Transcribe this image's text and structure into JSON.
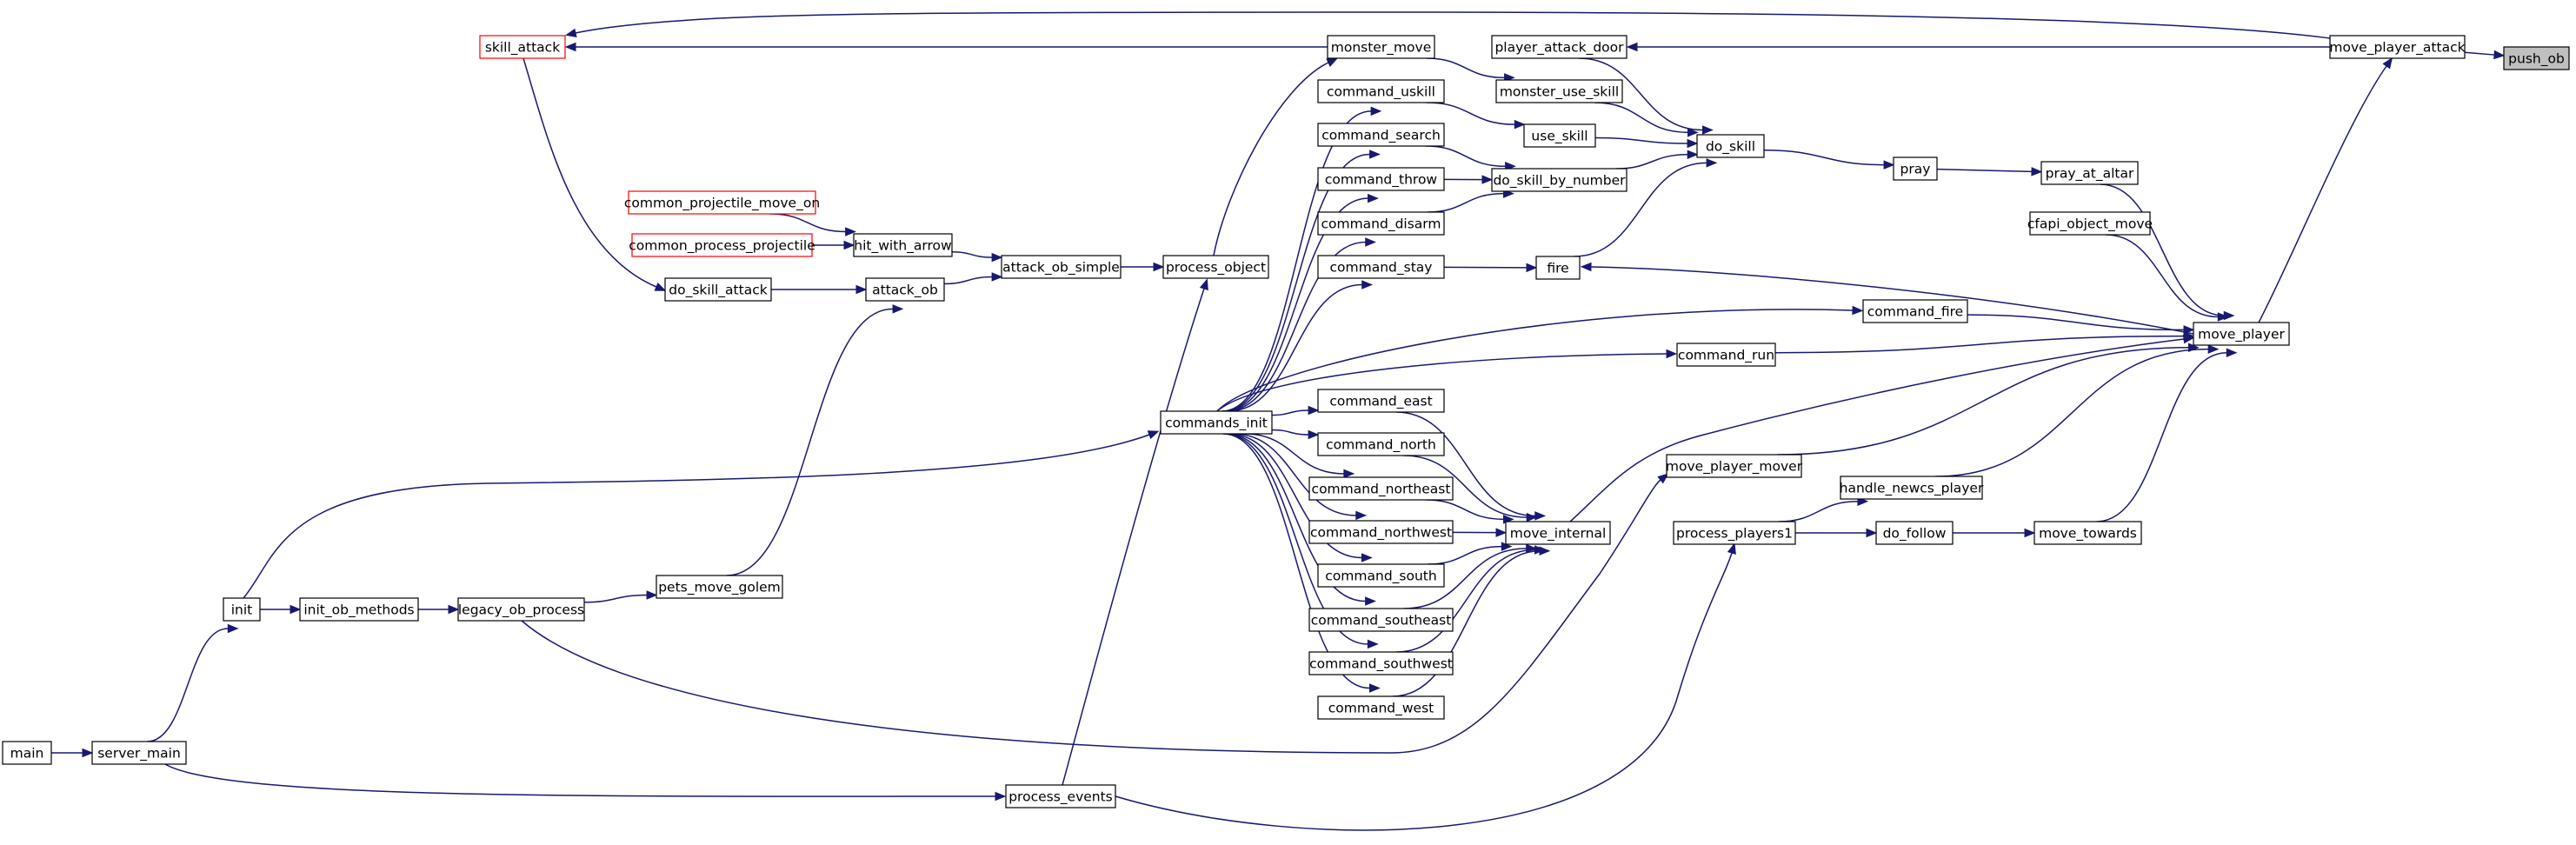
{
  "diagram": {
    "edge_color": "#191970",
    "nodes": [
      {
        "id": "push_ob",
        "label": "push_ob",
        "style": "root"
      },
      {
        "id": "move_player_attack",
        "label": "move_player_attack"
      },
      {
        "id": "skill_attack",
        "label": "skill_attack",
        "style": "red"
      },
      {
        "id": "monster_move",
        "label": "monster_move"
      },
      {
        "id": "player_attack_door",
        "label": "player_attack_door"
      },
      {
        "id": "command_uskill",
        "label": "command_uskill"
      },
      {
        "id": "monster_use_skill",
        "label": "monster_use_skill"
      },
      {
        "id": "command_search",
        "label": "command_search"
      },
      {
        "id": "use_skill",
        "label": "use_skill"
      },
      {
        "id": "do_skill",
        "label": "do_skill"
      },
      {
        "id": "command_throw",
        "label": "command_throw"
      },
      {
        "id": "do_skill_by_number",
        "label": "do_skill_by_number"
      },
      {
        "id": "pray",
        "label": "pray"
      },
      {
        "id": "pray_at_altar",
        "label": "pray_at_altar"
      },
      {
        "id": "common_projectile_move_on",
        "label": "common_projectile_move_on",
        "style": "red"
      },
      {
        "id": "command_disarm",
        "label": "command_disarm"
      },
      {
        "id": "cfapi_object_move",
        "label": "cfapi_object_move"
      },
      {
        "id": "common_process_projectile",
        "label": "common_process_projectile",
        "style": "red"
      },
      {
        "id": "hit_with_arrow",
        "label": "hit_with_arrow"
      },
      {
        "id": "attack_ob_simple",
        "label": "attack_ob_simple"
      },
      {
        "id": "process_object",
        "label": "process_object"
      },
      {
        "id": "command_stay",
        "label": "command_stay"
      },
      {
        "id": "fire",
        "label": "fire"
      },
      {
        "id": "do_skill_attack",
        "label": "do_skill_attack"
      },
      {
        "id": "attack_ob",
        "label": "attack_ob"
      },
      {
        "id": "command_fire",
        "label": "command_fire"
      },
      {
        "id": "move_player",
        "label": "move_player"
      },
      {
        "id": "command_run",
        "label": "command_run"
      },
      {
        "id": "command_east",
        "label": "command_east"
      },
      {
        "id": "commands_init",
        "label": "commands_init"
      },
      {
        "id": "command_north",
        "label": "command_north"
      },
      {
        "id": "move_player_mover",
        "label": "move_player_mover"
      },
      {
        "id": "command_northeast",
        "label": "command_northeast"
      },
      {
        "id": "handle_newcs_player",
        "label": "handle_newcs_player"
      },
      {
        "id": "command_northwest",
        "label": "command_northwest"
      },
      {
        "id": "move_internal",
        "label": "move_internal"
      },
      {
        "id": "process_players1",
        "label": "process_players1"
      },
      {
        "id": "do_follow",
        "label": "do_follow"
      },
      {
        "id": "move_towards",
        "label": "move_towards"
      },
      {
        "id": "command_south",
        "label": "command_south"
      },
      {
        "id": "pets_move_golem",
        "label": "pets_move_golem"
      },
      {
        "id": "init",
        "label": "init"
      },
      {
        "id": "init_ob_methods",
        "label": "init_ob_methods"
      },
      {
        "id": "legacy_ob_process",
        "label": "legacy_ob_process"
      },
      {
        "id": "command_southeast",
        "label": "command_southeast"
      },
      {
        "id": "command_southwest",
        "label": "command_southwest"
      },
      {
        "id": "command_west",
        "label": "command_west"
      },
      {
        "id": "main",
        "label": "main"
      },
      {
        "id": "server_main",
        "label": "server_main"
      },
      {
        "id": "process_events",
        "label": "process_events"
      }
    ],
    "edges": [
      [
        "move_player_attack",
        "push_ob"
      ],
      [
        "move_player_attack",
        "skill_attack"
      ],
      [
        "move_player_attack",
        "player_attack_door"
      ],
      [
        "monster_move",
        "skill_attack"
      ],
      [
        "monster_move",
        "monster_use_skill"
      ],
      [
        "player_attack_door",
        "do_skill"
      ],
      [
        "monster_use_skill",
        "do_skill"
      ],
      [
        "command_uskill",
        "use_skill"
      ],
      [
        "use_skill",
        "do_skill"
      ],
      [
        "command_search",
        "do_skill_by_number"
      ],
      [
        "command_throw",
        "do_skill_by_number"
      ],
      [
        "command_disarm",
        "do_skill_by_number"
      ],
      [
        "do_skill_by_number",
        "do_skill"
      ],
      [
        "fire",
        "do_skill"
      ],
      [
        "do_skill",
        "pray"
      ],
      [
        "pray",
        "pray_at_altar"
      ],
      [
        "pray_at_altar",
        "move_player"
      ],
      [
        "cfapi_object_move",
        "move_player"
      ],
      [
        "move_player",
        "move_player_attack"
      ],
      [
        "move_player",
        "fire"
      ],
      [
        "command_stay",
        "fire"
      ],
      [
        "command_fire",
        "move_player"
      ],
      [
        "command_run",
        "move_player"
      ],
      [
        "move_internal",
        "move_player"
      ],
      [
        "move_player_mover",
        "move_player"
      ],
      [
        "handle_newcs_player",
        "move_player"
      ],
      [
        "move_towards",
        "move_player"
      ],
      [
        "do_follow",
        "move_towards"
      ],
      [
        "process_players1",
        "do_follow"
      ],
      [
        "process_players1",
        "handle_newcs_player"
      ],
      [
        "skill_attack",
        "do_skill_attack"
      ],
      [
        "do_skill_attack",
        "attack_ob"
      ],
      [
        "attack_ob",
        "attack_ob_simple"
      ],
      [
        "hit_with_arrow",
        "attack_ob_simple"
      ],
      [
        "common_projectile_move_on",
        "hit_with_arrow"
      ],
      [
        "common_process_projectile",
        "hit_with_arrow"
      ],
      [
        "attack_ob_simple",
        "process_object"
      ],
      [
        "process_object",
        "monster_move"
      ],
      [
        "pets_move_golem",
        "attack_ob"
      ],
      [
        "legacy_ob_process",
        "pets_move_golem"
      ],
      [
        "legacy_ob_process",
        "move_player_mover"
      ],
      [
        "init_ob_methods",
        "legacy_ob_process"
      ],
      [
        "init",
        "init_ob_methods"
      ],
      [
        "init",
        "commands_init"
      ],
      [
        "server_main",
        "init"
      ],
      [
        "main",
        "server_main"
      ],
      [
        "server_main",
        "process_events"
      ],
      [
        "process_events",
        "process_object"
      ],
      [
        "process_events",
        "process_players1"
      ],
      [
        "commands_init",
        "command_uskill"
      ],
      [
        "commands_init",
        "command_search"
      ],
      [
        "commands_init",
        "command_throw"
      ],
      [
        "commands_init",
        "command_disarm"
      ],
      [
        "commands_init",
        "command_stay"
      ],
      [
        "commands_init",
        "command_fire"
      ],
      [
        "commands_init",
        "command_run"
      ],
      [
        "commands_init",
        "command_east"
      ],
      [
        "commands_init",
        "command_north"
      ],
      [
        "commands_init",
        "command_northeast"
      ],
      [
        "commands_init",
        "command_northwest"
      ],
      [
        "commands_init",
        "command_south"
      ],
      [
        "commands_init",
        "command_southeast"
      ],
      [
        "commands_init",
        "command_southwest"
      ],
      [
        "commands_init",
        "command_west"
      ],
      [
        "command_east",
        "move_internal"
      ],
      [
        "command_north",
        "move_internal"
      ],
      [
        "command_northeast",
        "move_internal"
      ],
      [
        "command_northwest",
        "move_internal"
      ],
      [
        "command_south",
        "move_internal"
      ],
      [
        "command_southeast",
        "move_internal"
      ],
      [
        "command_southwest",
        "move_internal"
      ],
      [
        "command_west",
        "move_internal"
      ]
    ]
  }
}
